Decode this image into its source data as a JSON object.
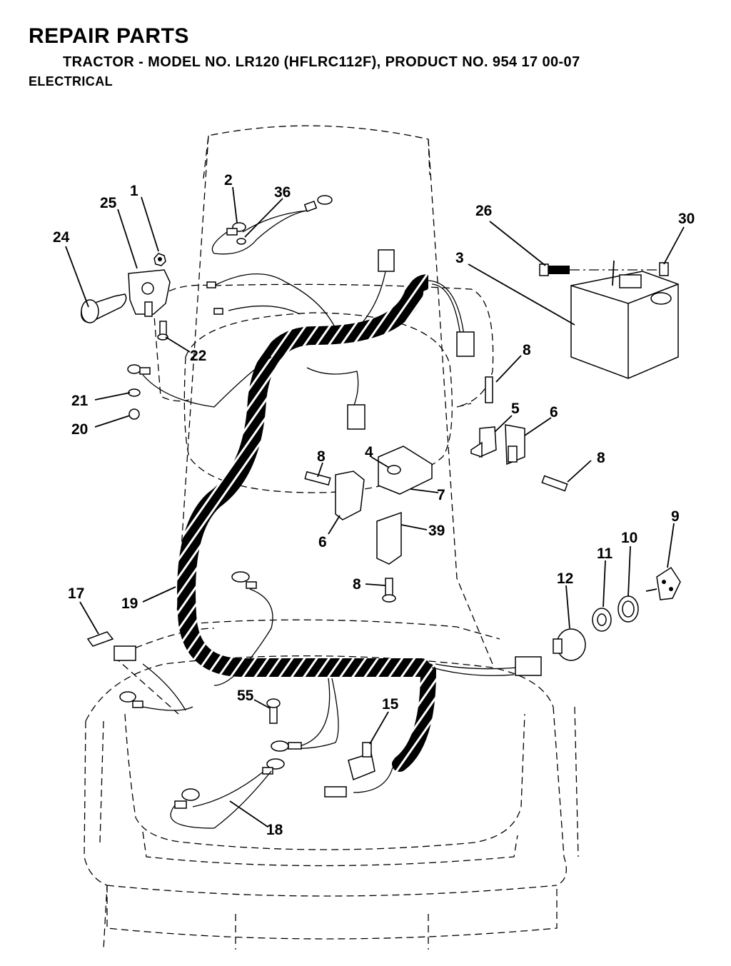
{
  "header": {
    "title": "REPAIR PARTS",
    "subtitle": "TRACTOR - MODEL NO. LR120 (HFLRC112F), PRODUCT NO. 954 17 00-07",
    "section": "ELECTRICAL"
  },
  "callouts": [
    {
      "id": "c1",
      "label": "1"
    },
    {
      "id": "c2",
      "label": "2"
    },
    {
      "id": "c3",
      "label": "3"
    },
    {
      "id": "c4",
      "label": "4"
    },
    {
      "id": "c5",
      "label": "5"
    },
    {
      "id": "c6a",
      "label": "6"
    },
    {
      "id": "c6b",
      "label": "6"
    },
    {
      "id": "c7",
      "label": "7"
    },
    {
      "id": "c8a",
      "label": "8"
    },
    {
      "id": "c8b",
      "label": "8"
    },
    {
      "id": "c8c",
      "label": "8"
    },
    {
      "id": "c8d",
      "label": "8"
    },
    {
      "id": "c9",
      "label": "9"
    },
    {
      "id": "c10",
      "label": "10"
    },
    {
      "id": "c11",
      "label": "11"
    },
    {
      "id": "c12",
      "label": "12"
    },
    {
      "id": "c15",
      "label": "15"
    },
    {
      "id": "c17",
      "label": "17"
    },
    {
      "id": "c18",
      "label": "18"
    },
    {
      "id": "c19",
      "label": "19"
    },
    {
      "id": "c20",
      "label": "20"
    },
    {
      "id": "c21",
      "label": "21"
    },
    {
      "id": "c22",
      "label": "22"
    },
    {
      "id": "c24",
      "label": "24"
    },
    {
      "id": "c25",
      "label": "25"
    },
    {
      "id": "c26",
      "label": "26"
    },
    {
      "id": "c30",
      "label": "30"
    },
    {
      "id": "c36",
      "label": "36"
    },
    {
      "id": "c39",
      "label": "39"
    },
    {
      "id": "c55",
      "label": "55"
    }
  ]
}
